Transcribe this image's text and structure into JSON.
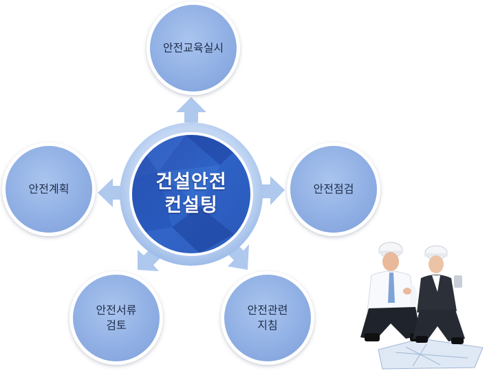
{
  "center": {
    "title": "건설안전\n컨설팅"
  },
  "nodes": [
    {
      "id": "education",
      "label": "안전교육실시"
    },
    {
      "id": "inspection",
      "label": "안전점검"
    },
    {
      "id": "guidance",
      "label": "안전관련\n지침"
    },
    {
      "id": "documents",
      "label": "안전서류\n검토"
    },
    {
      "id": "planning",
      "label": "안전계획"
    }
  ],
  "colors": {
    "node_fill": "#93b3e6",
    "node_ring": "#ffffff",
    "center_ring": "#a9c5ec",
    "center_fill": "#2d5fbf",
    "arrow": "#aec8ee"
  }
}
